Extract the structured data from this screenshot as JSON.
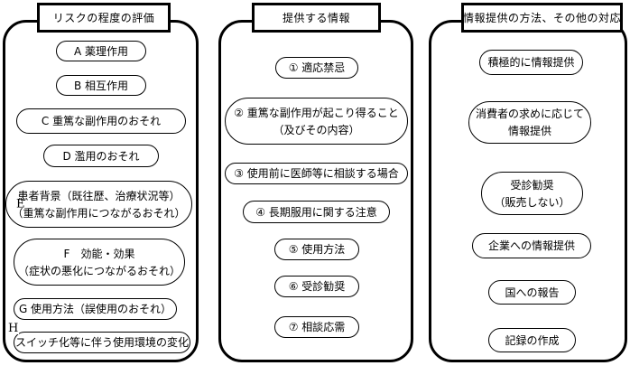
{
  "diagram": {
    "type": "three-column-grouped-flow",
    "columns": [
      {
        "id": "risk-assessment",
        "header": "リスクの程度の評価",
        "items": [
          {
            "label": "A",
            "lines": [
              "A  薬理作用"
            ]
          },
          {
            "label": "B",
            "lines": [
              "B  相互作用"
            ]
          },
          {
            "label": "C",
            "lines": [
              "C  重篤な副作用のおそれ"
            ]
          },
          {
            "label": "D",
            "lines": [
              "D  濫用のおそれ"
            ]
          },
          {
            "label": "E",
            "lines": [
              "患者背景（既往歴、治療状況等）",
              "（重篤な副作用につながるおそれ）"
            ]
          },
          {
            "label": "F",
            "lines": [
              "F　効能・効果",
              "（症状の悪化につながるおそれ）"
            ]
          },
          {
            "label": "G",
            "lines": [
              "G  使用方法（誤使用のおそれ）"
            ]
          },
          {
            "label": "H",
            "lines": [
              "スイッチ化等に伴う使用環境の変化"
            ]
          }
        ]
      },
      {
        "id": "information-provided",
        "header": "提供する情報",
        "items": [
          {
            "label": "①",
            "lines": [
              "①  適応禁忌"
            ]
          },
          {
            "label": "②",
            "lines": [
              "②  重篤な副作用が起こり得ること",
              "（及びその内容）"
            ]
          },
          {
            "label": "③",
            "lines": [
              "③ 使用前に医師等に相談する場合"
            ]
          },
          {
            "label": "④",
            "lines": [
              "④  長期服用に関する注意"
            ]
          },
          {
            "label": "⑤",
            "lines": [
              "⑤  使用方法"
            ]
          },
          {
            "label": "⑥",
            "lines": [
              "⑥  受診勧奨"
            ]
          },
          {
            "label": "⑦",
            "lines": [
              "⑦  相談応需"
            ]
          }
        ]
      },
      {
        "id": "provision-methods",
        "header": "情報提供の方法、その他の対応",
        "items": [
          {
            "label": "",
            "lines": [
              "積極的に情報提供"
            ]
          },
          {
            "label": "",
            "lines": [
              "消費者の求めに応じて",
              "情報提供"
            ]
          },
          {
            "label": "",
            "lines": [
              "受診勧奨",
              "（販売しない）"
            ]
          },
          {
            "label": "",
            "lines": [
              "企業への情報提供"
            ]
          },
          {
            "label": "",
            "lines": [
              "国への報告"
            ]
          },
          {
            "label": "",
            "lines": [
              "記録の作成"
            ]
          }
        ]
      }
    ],
    "colors": {
      "stroke": "#000000",
      "background": "#ffffff",
      "text": "#000000"
    }
  }
}
